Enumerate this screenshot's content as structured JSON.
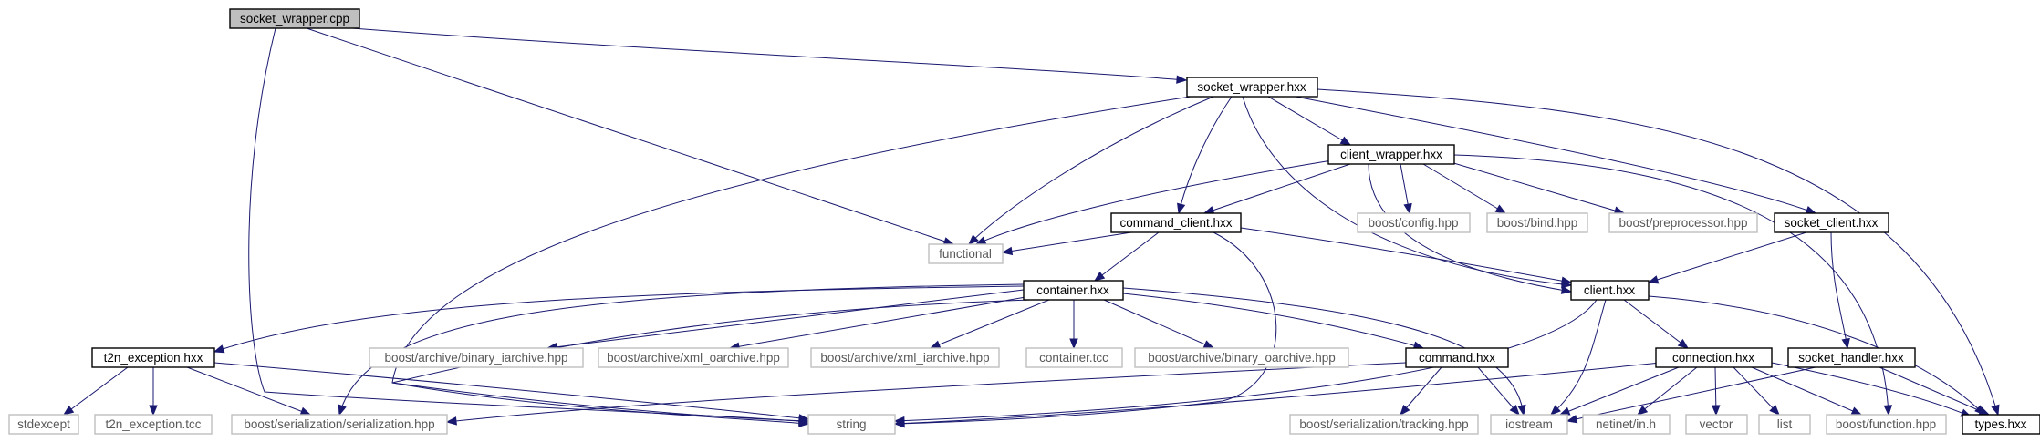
{
  "nodes": {
    "socket_wrapper_cpp": "socket_wrapper.cpp",
    "socket_wrapper_hxx": "socket_wrapper.hxx",
    "client_wrapper_hxx": "client_wrapper.hxx",
    "command_client_hxx": "command_client.hxx",
    "functional": "functional",
    "container_hxx": "container.hxx",
    "client_hxx": "client.hxx",
    "socket_client_hxx": "socket_client.hxx",
    "boost_config_hpp": "boost/config.hpp",
    "boost_bind_hpp": "boost/bind.hpp",
    "boost_preprocessor_hpp": "boost/preprocessor.hpp",
    "t2n_exception_hxx": "t2n_exception.hxx",
    "binary_iarchive": "boost/archive/binary_iarchive.hpp",
    "xml_oarchive": "boost/archive/xml_oarchive.hpp",
    "xml_iarchive": "boost/archive/xml_iarchive.hpp",
    "container_tcc": "container.tcc",
    "binary_oarchive": "boost/archive/binary_oarchive.hpp",
    "command_hxx": "command.hxx",
    "connection_hxx": "connection.hxx",
    "socket_handler_hxx": "socket_handler.hxx",
    "stdexcept": "stdexcept",
    "t2n_exception_tcc": "t2n_exception.tcc",
    "serialization_hpp": "boost/serialization/serialization.hpp",
    "string": "string",
    "tracking_hpp": "boost/serialization/tracking.hpp",
    "iostream": "iostream",
    "netinet_in_h": "netinet/in.h",
    "vector": "vector",
    "list": "list",
    "boost_function_hpp": "boost/function.hpp",
    "types_hxx": "types.hxx"
  },
  "colors": {
    "edge": "#191970",
    "root_fill": "#bfbfbf",
    "documented_border": "#000000",
    "external_border": "#bfbfbf",
    "external_text": "#595959"
  }
}
